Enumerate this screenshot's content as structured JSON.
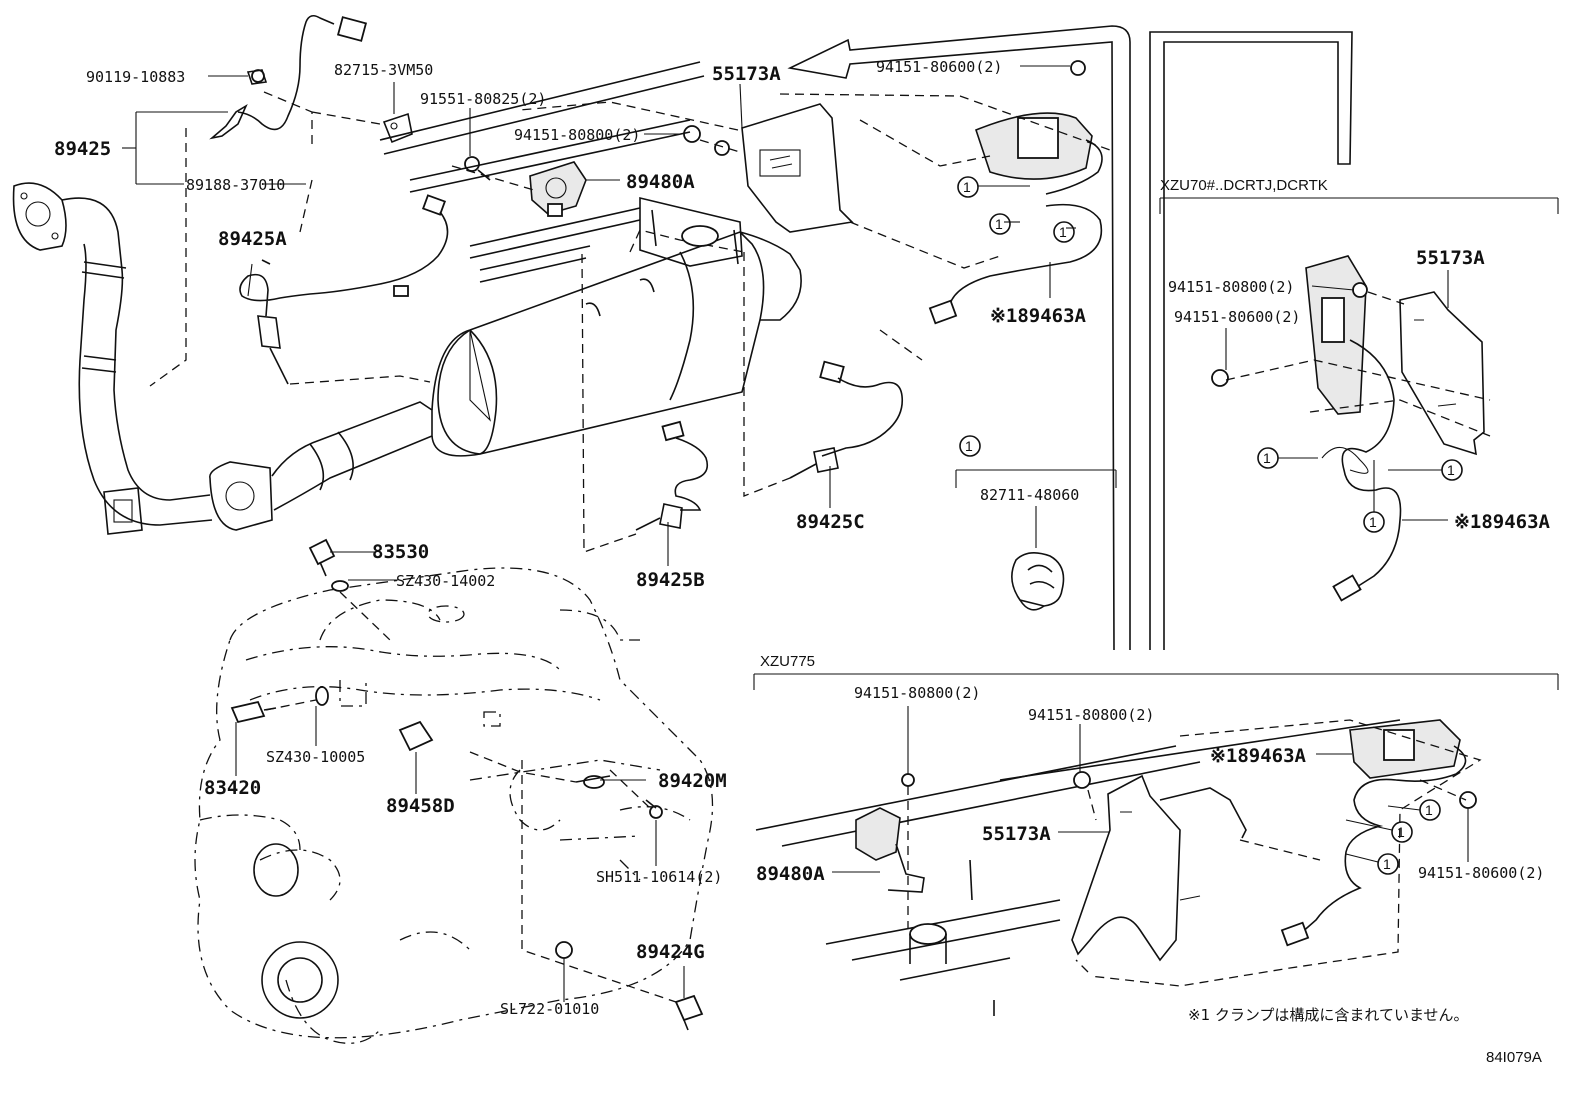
{
  "labels": {
    "p90119_10883": "90119-10883",
    "p82715_3vm50": "82715-3VM50",
    "p89425": "89425",
    "p89188_37010": "89188-37010",
    "p91551_80825": "91551-80825(2)",
    "p55173a_top": "55173A",
    "p94151_80600_top": "94151-80600(2)",
    "p94151_80800_top": "94151-80800(2)",
    "p89480a_top": "89480A",
    "p89425a": "89425A",
    "p89463a_top": "※189463A",
    "p89425c": "89425C",
    "p89425b": "89425B",
    "p83530": "83530",
    "psz430_14002": "SZ430-14002",
    "psz430_10005": "SZ430-10005",
    "p83420": "83420",
    "p89458d": "89458D",
    "p89420m": "89420M",
    "psh511_10614": "SH511-10614(2)",
    "p89424g": "89424G",
    "psl722_01010": "SL722-01010",
    "p82711_48060": "82711-48060",
    "r_p94151_80800": "94151-80800(2)",
    "r_p55173a": "55173A",
    "r_p94151_80600": "94151-80600(2)",
    "r_p89463a": "※189463A",
    "b_p94151_80800_a": "94151-80800(2)",
    "b_p94151_80800_b": "94151-80800(2)",
    "b_p89463a": "※189463A",
    "b_p55173a": "55173A",
    "b_p89480a": "89480A",
    "b_p94151_80600": "94151-80600(2)"
  },
  "clamp_marker": "1",
  "sections": {
    "right_top": "XZU70#..DCRTJ,DCRTK",
    "bottom": "XZU775"
  },
  "footnote": "※1 クランプは構成に含まれていません。",
  "figure_id": "84I079A"
}
